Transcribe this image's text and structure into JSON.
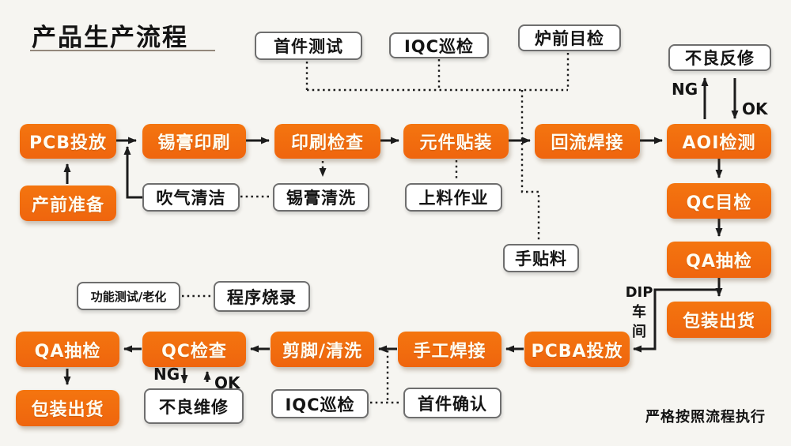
{
  "title": "产品生产流程",
  "footer": "严格按照流程执行",
  "colors": {
    "process_box_orange": "#F1690F",
    "process_box_text": "#FFFDF2",
    "note_box_border": "#6E6E6E",
    "connector_black": "#1C1C1C",
    "background": "#F6F5F1"
  },
  "annotations": {
    "ng_top": "NG",
    "ok_top": "OK",
    "ng_bottom": "NG",
    "ok_bottom": "OK",
    "dip": [
      "DIP",
      "车",
      "间"
    ]
  },
  "nodes": {
    "first_article_test": {
      "label": "首件测试"
    },
    "iqc_patrol_top": {
      "label": "IQC巡检"
    },
    "furnace_visual": {
      "label": "炉前目检"
    },
    "defect_rework": {
      "label": "不良反修"
    },
    "pcb_release": {
      "label": "PCB投放"
    },
    "solder_paste_print": {
      "label": "锡膏印刷"
    },
    "print_inspect": {
      "label": "印刷检查"
    },
    "component_place": {
      "label": "元件贴装"
    },
    "reflow_solder": {
      "label": "回流焊接"
    },
    "aoi_inspect": {
      "label": "AOI检测"
    },
    "pre_production": {
      "label": "产前准备"
    },
    "air_blow_clean": {
      "label": "吹气清洁"
    },
    "solder_paste_clean": {
      "label": "锡膏清洗"
    },
    "loading_operation": {
      "label": "上料作业"
    },
    "qc_visual": {
      "label": "QC目检"
    },
    "hand_place": {
      "label": "手贴料"
    },
    "qa_sample_right": {
      "label": "QA抽检"
    },
    "pack_ship_right": {
      "label": "包装出货"
    },
    "func_test_aging": {
      "label": "功能测试/老化"
    },
    "program_burn": {
      "label": "程序烧录"
    },
    "qa_sample_bottom": {
      "label": "QA抽检"
    },
    "qc_check": {
      "label": "QC检查"
    },
    "trim_clean": {
      "label": "剪脚/清洗"
    },
    "hand_solder": {
      "label": "手工焊接"
    },
    "pcba_release": {
      "label": "PCBA投放"
    },
    "pack_ship_bottom": {
      "label": "包装出货"
    },
    "defect_repair": {
      "label": "不良维修"
    },
    "iqc_patrol_bottom": {
      "label": "IQC巡检"
    },
    "first_article_confirm": {
      "label": "首件确认"
    }
  }
}
